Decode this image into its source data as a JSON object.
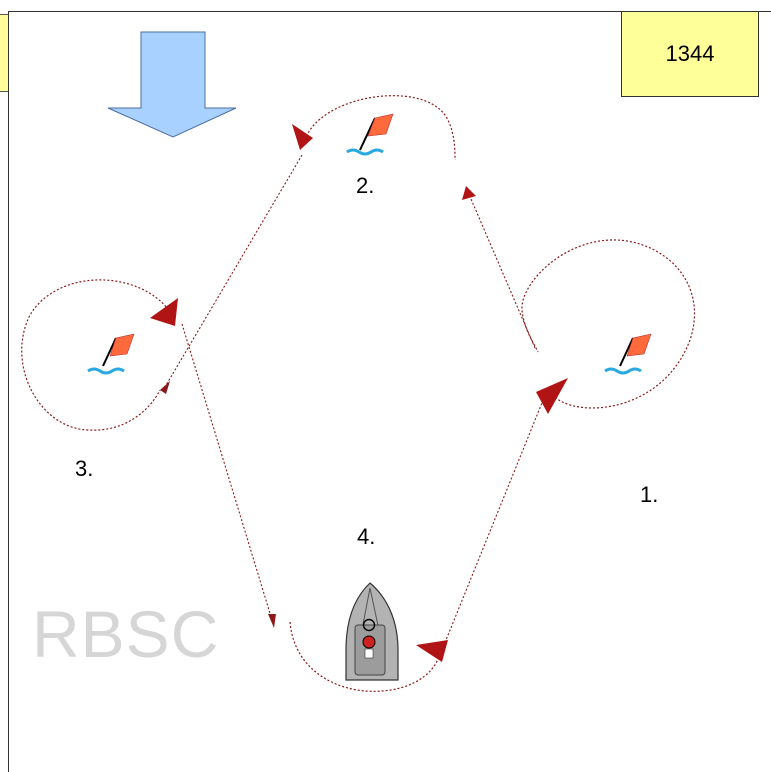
{
  "diagram": {
    "id_number": "1344",
    "watermark": "RBSC",
    "labels": {
      "mark_1": "1.",
      "mark_2": "2.",
      "mark_3": "3.",
      "mark_4": "4."
    },
    "colors": {
      "wind_arrow": "#a9d1ff",
      "path": "#8b1a1a",
      "arrowhead": "#b01414",
      "flag": "#ff6a3d",
      "water": "#29a9e0",
      "id_box": "#ffff99",
      "boat": "#b3b3b3"
    },
    "icons": [
      "wind-arrow-icon",
      "buoy-flag-icon",
      "boat-icon"
    ]
  }
}
